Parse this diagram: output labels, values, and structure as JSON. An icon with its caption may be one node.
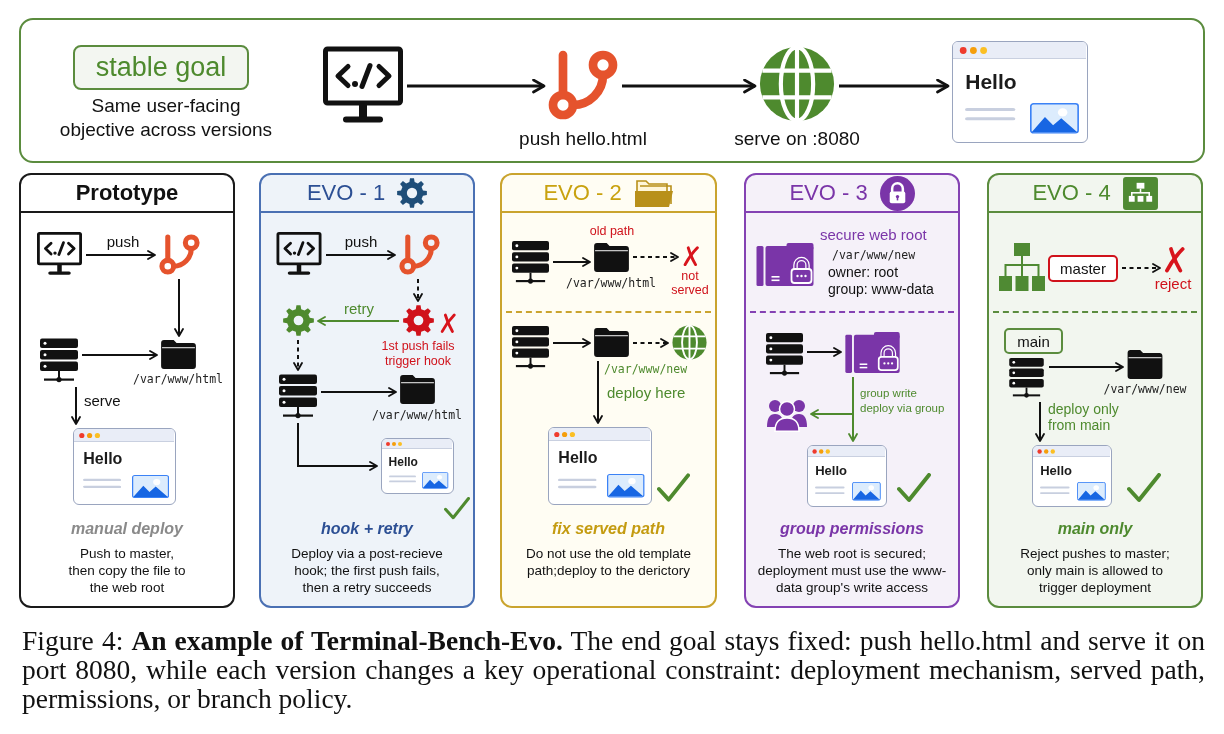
{
  "diagram": {
    "caption": "Figure 4: **An example of Terminal-Bench-Evo.** The end goal stays fixed: push hello.html and serve it on port 8080, while each version changes a key operational constraint: deployment mechanism, served path, permissions, or branch policy.",
    "nodes": [
      {
        "text": [],
        "shape": "box"
      },
      {
        "text": [
          "stable goal"
        ],
        "in": 0,
        "beside": [
          "Same user-facing objective across versions"
        ]
      },
      {
        "text": [],
        "shape": "picture",
        "in": 0
      },
      {
        "text": [],
        "shape": "picture",
        "in": 0,
        "beside": [
          "push hello.html"
        ]
      },
      {
        "text": [],
        "shape": "picture",
        "in": 0,
        "beside": [
          "serve on :8080"
        ]
      },
      {
        "text": [
          "Hello"
        ],
        "in": 0
      },
      {
        "text": [
          "Prototype",
          "manual deploy",
          "Push to master, then copy the file to the web root"
        ]
      },
      {
        "text": [],
        "shape": "picture",
        "in": 6
      },
      {
        "text": [],
        "shape": "picture",
        "in": 6
      },
      {
        "text": [],
        "shape": "picture",
        "in": 6
      },
      {
        "text": [],
        "shape": "picture",
        "in": 6,
        "beside": [
          "/var/www/html"
        ]
      },
      {
        "text": [
          "Hello"
        ],
        "in": 6
      },
      {
        "text": [
          "EVO - 1",
          "hook + retry",
          "Deploy via a post-recieve hook; the first push fails, then a retry succeeds"
        ]
      },
      {
        "text": [],
        "shape": "picture",
        "in": 12
      },
      {
        "text": [],
        "shape": "picture",
        "in": 12
      },
      {
        "text": [],
        "shape": "picture",
        "in": 12
      },
      {
        "text": [],
        "shape": "picture",
        "in": 12,
        "beside": [
          "1st push fails trigger hook"
        ]
      },
      {
        "text": [],
        "shape": "picture",
        "in": 12
      },
      {
        "text": [],
        "shape": "picture",
        "in": 12,
        "beside": [
          "/var/www/html"
        ]
      },
      {
        "text": [
          "Hello"
        ],
        "in": 12
      },
      {
        "text": [
          "EVO - 2",
          "fix served path",
          "Do not use the old template path;deploy to the derictory"
        ]
      },
      {
        "text": [],
        "shape": "picture",
        "in": 20
      },
      {
        "text": [],
        "shape": "picture",
        "in": 20,
        "beside": [
          "old path",
          "/var/www/html"
        ]
      },
      {
        "text": [],
        "shape": "cross",
        "in": 20,
        "beside": [
          "not served"
        ]
      },
      {
        "text": [],
        "shape": "picture",
        "in": 20
      },
      {
        "text": [],
        "shape": "picture",
        "in": 20,
        "beside": [
          "/var/www/new"
        ]
      },
      {
        "text": [],
        "shape": "picture",
        "in": 20
      },
      {
        "text": [
          "Hello"
        ],
        "in": 20
      },
      {
        "text": [
          "EVO - 3",
          "group permissions",
          "The web root is secured; deployment must use the www-data group's write access"
        ]
      },
      {
        "text": [],
        "shape": "picture",
        "in": 28
      },
      {
        "text": [],
        "shape": "picture",
        "in": 28
      },
      {
        "text": [],
        "shape": "picture",
        "in": 28
      },
      {
        "text": [
          "Hello"
        ],
        "in": 28
      },
      {
        "text": [
          "EVO - 4",
          "main only",
          "Reject pushes to master; only main is allowed to trigger deployment"
        ]
      },
      {
        "text": [
          "master"
        ],
        "in": 33
      },
      {
        "text": [],
        "shape": "cross",
        "in": 33,
        "beside": [
          "reject"
        ]
      },
      {
        "text": [
          "main"
        ],
        "in": 33
      },
      {
        "text": [],
        "shape": "picture",
        "in": 33
      },
      {
        "text": [],
        "shape": "picture",
        "in": 33,
        "beside": [
          "/var/www/new"
        ]
      },
      {
        "text": [
          "Hello"
        ],
        "in": 33
      }
    ],
    "edges": [
      {
        "from": 2,
        "to": 3,
        "arrow": "to"
      },
      {
        "from": 3,
        "to": 4,
        "arrow": "to"
      },
      {
        "from": 4,
        "to": 5,
        "arrow": "to"
      },
      {
        "from": 7,
        "to": 8,
        "arrow": "to",
        "label": "push"
      },
      {
        "from": 8,
        "to": 10,
        "arrow": "to"
      },
      {
        "from": 9,
        "to": 10,
        "arrow": "to"
      },
      {
        "from": 9,
        "to": 11,
        "arrow": "to",
        "label": "serve"
      },
      {
        "from": 13,
        "to": 14,
        "arrow": "to",
        "label": "push"
      },
      {
        "from": 14,
        "to": 16,
        "arrow": "to",
        "style": "dashed"
      },
      {
        "from": 16,
        "to": 15,
        "arrow": "to",
        "label": "retry",
        "color": "#4e8a2e"
      },
      {
        "from": 15,
        "to": 17,
        "arrow": "to",
        "style": "dashed"
      },
      {
        "from": 17,
        "to": 18,
        "arrow": "to"
      },
      {
        "from": 17,
        "to": 19,
        "arrow": "to"
      },
      {
        "from": 21,
        "to": 22,
        "arrow": "to"
      },
      {
        "from": 22,
        "to": 23,
        "arrow": "to",
        "style": "dashed"
      },
      {
        "from": 24,
        "to": 25,
        "arrow": "to"
      },
      {
        "from": 25,
        "to": 26,
        "arrow": "to",
        "style": "dashed"
      },
      {
        "from": 25,
        "to": 27,
        "arrow": "to",
        "label": "deploy here"
      },
      {
        "from": 29,
        "to": 30,
        "arrow": "to"
      },
      {
        "from": 30,
        "to": 32,
        "arrow": "to",
        "label": "group write deploy via group",
        "color": "#4e8a2e"
      },
      {
        "from": 30,
        "to": 31,
        "arrow": "to",
        "color": "#4e8a2e"
      },
      {
        "from": 34,
        "to": 35,
        "arrow": "to",
        "style": "dashed"
      },
      {
        "from": 37,
        "to": 38,
        "arrow": "to"
      },
      {
        "from": 37,
        "to": 39,
        "arrow": "to",
        "label": "deploy only from main"
      }
    ],
    "labels": [
      "secure web root",
      "/var/www/new",
      "owner: root",
      "group: www-data"
    ]
  }
}
